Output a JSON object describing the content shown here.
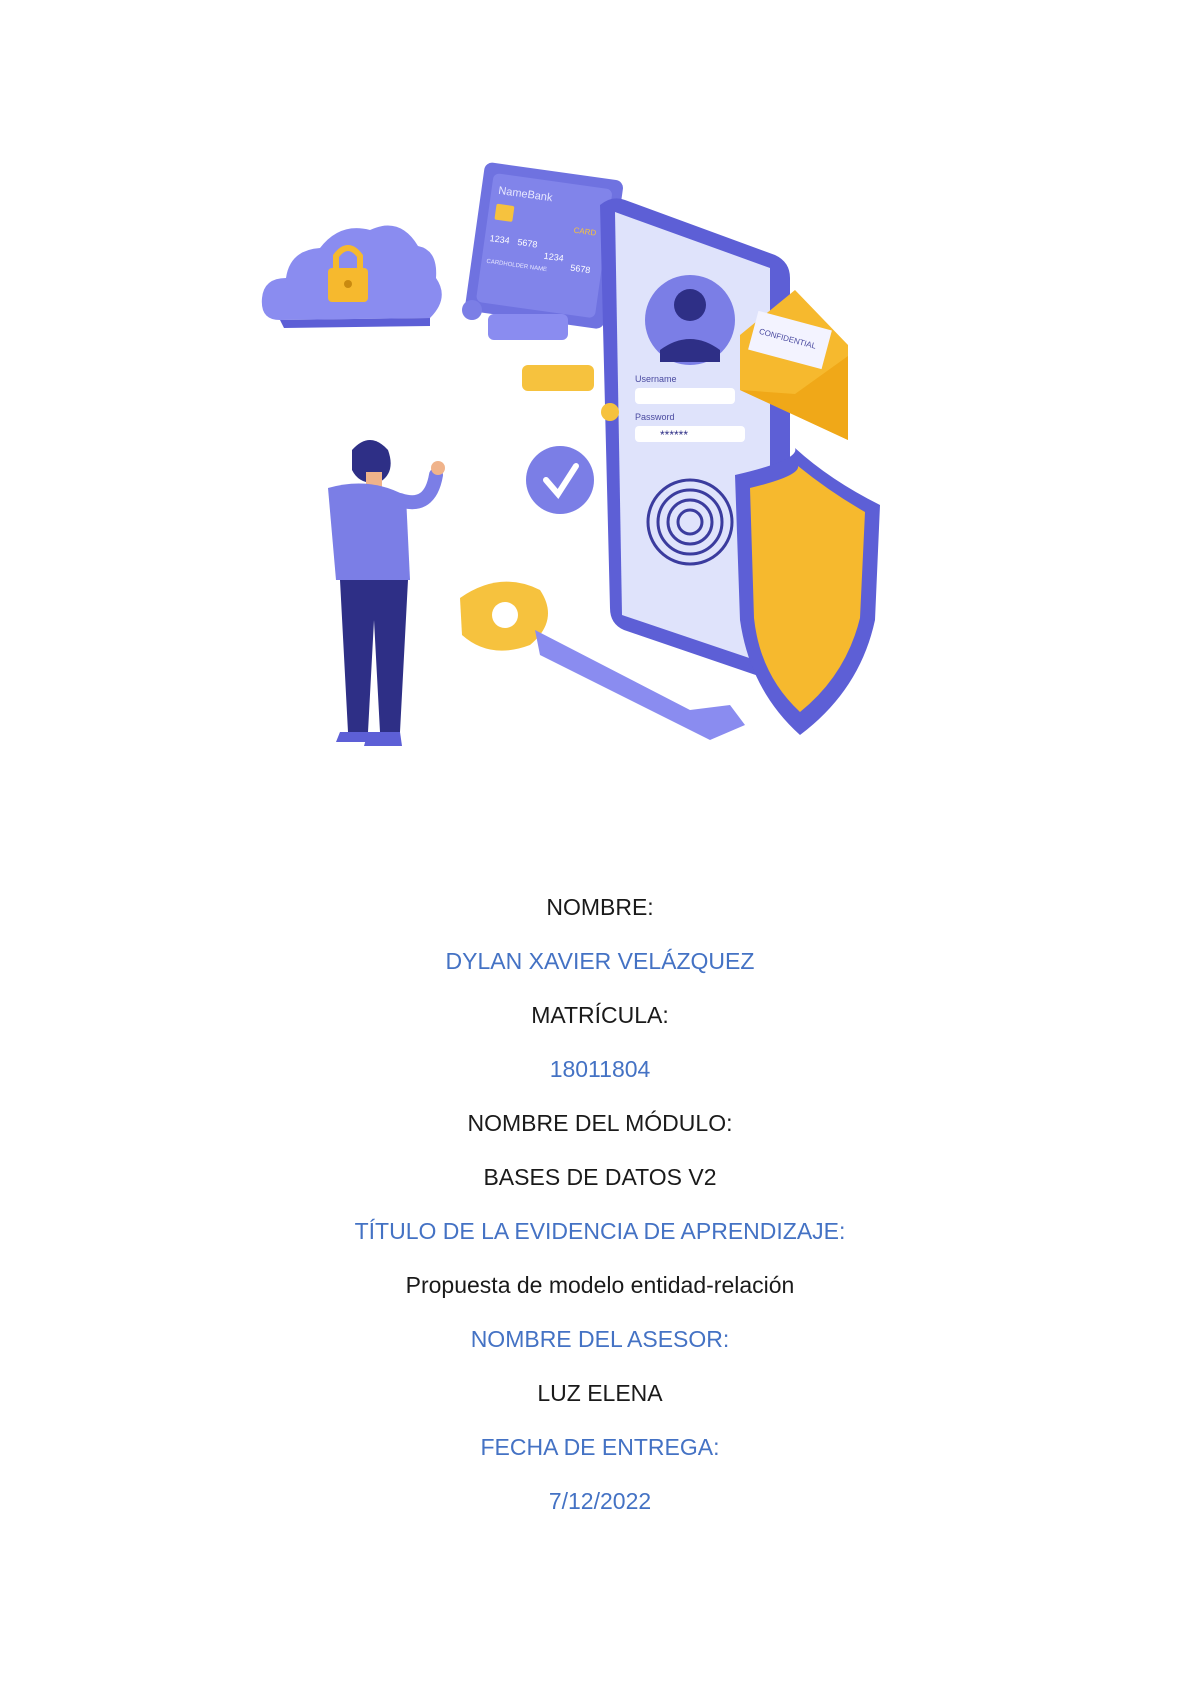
{
  "illustration": {
    "card": {
      "bank": "NameBank",
      "number_parts": [
        "1234",
        "5678",
        "1234",
        "5678"
      ],
      "card_label": "CARD",
      "holder": "CARDHOLDER NAME"
    },
    "phone": {
      "username_label": "Username",
      "password_label": "Password",
      "password_mask": "******"
    },
    "envelope_label": "CONFIDENTIAL",
    "icons": [
      "cloud-lock-icon",
      "credit-card-icon",
      "user-avatar-icon",
      "fingerprint-icon",
      "check-shield-icon",
      "envelope-icon",
      "shield-icon",
      "key-icon"
    ]
  },
  "cover": {
    "name_label": "NOMBRE:",
    "name_value": "DYLAN XAVIER VELÁZQUEZ",
    "id_label": "MATRÍCULA:",
    "id_value": "18011804",
    "module_label": "NOMBRE DEL MÓDULO:",
    "module_value": "BASES DE DATOS V2",
    "evidence_label": "TÍTULO DE LA EVIDENCIA DE APRENDIZAJE:",
    "evidence_value": "Propuesta de modelo entidad-relación",
    "advisor_label": "NOMBRE DEL ASESOR:",
    "advisor_value": "LUZ ELENA",
    "date_label": "FECHA DE ENTREGA:",
    "date_value": "7/12/2022"
  },
  "colors": {
    "accent_blue": "#4472c4",
    "text": "#1a1a1a",
    "purple": "#7b7ee6",
    "gold": "#f5b52b"
  }
}
